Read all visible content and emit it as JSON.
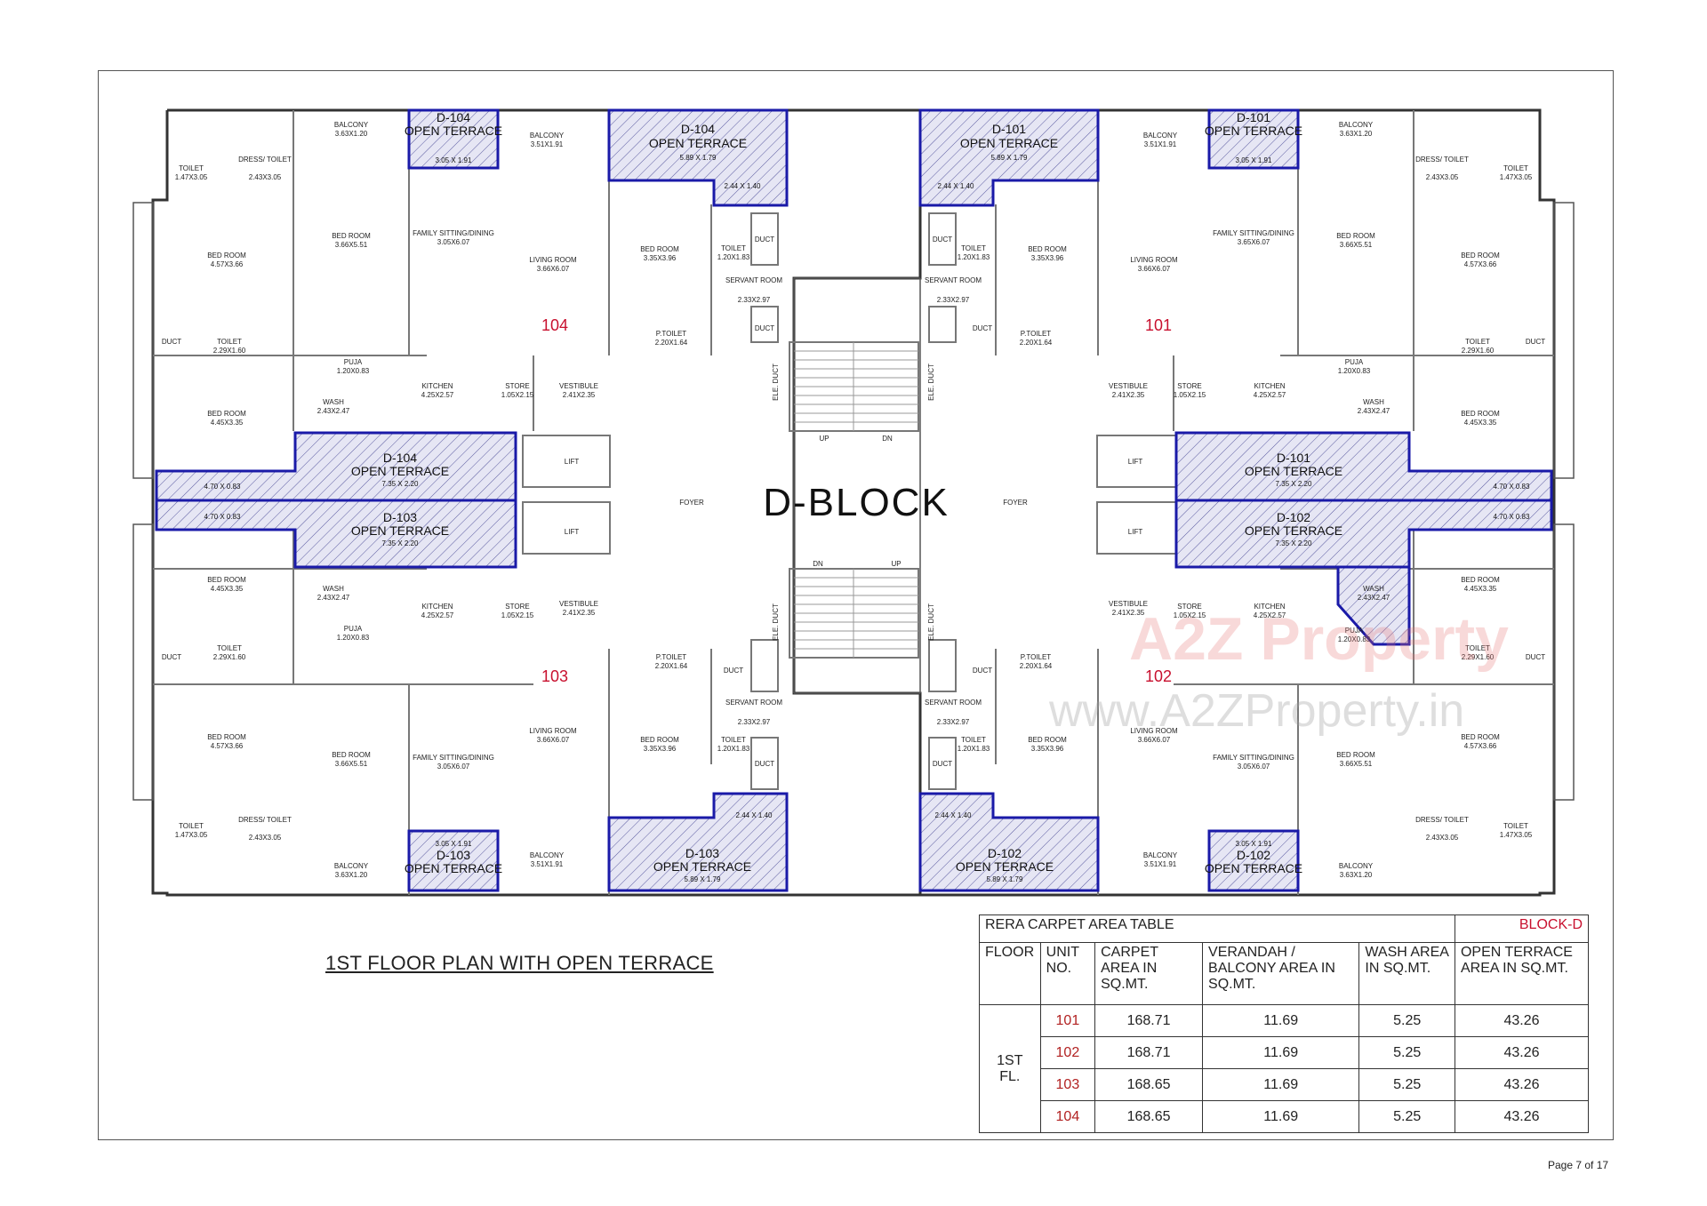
{
  "block_title": "D-BLOCK",
  "floor_title": "1ST FLOOR PLAN WITH OPEN TERRACE",
  "page_number": "Page 7 of 17",
  "watermark": {
    "brand": "A2Z Property",
    "url": "www.A2ZProperty.in"
  },
  "colors": {
    "terrace_outline": "#1a1aa8",
    "unit_number": "#c8102e",
    "wall": "#333333"
  },
  "units": {
    "u104": "104",
    "u101": "101",
    "u103": "103",
    "u102": "102"
  },
  "terraces": {
    "d104_top_small": {
      "name": "D-104",
      "label": "OPEN TERRACE",
      "dim": "3.05 X 1.91"
    },
    "d104_top_big": {
      "name": "D-104",
      "label": "OPEN TERRACE",
      "dim": "5.89 X 1.79",
      "dim2": "2.44 X 1.40"
    },
    "d101_top_big": {
      "name": "D-101",
      "label": "OPEN TERRACE",
      "dim": "5.89 X 1.79",
      "dim2": "2.44 X 1.40"
    },
    "d101_top_small": {
      "name": "D-101",
      "label": "OPEN TERRACE",
      "dim": "3.05 X 1.91"
    },
    "d104_mid": {
      "name": "D-104",
      "label": "OPEN TERRACE",
      "dim": "7.35 X 2.20",
      "dim2": "4.70 X 0.83"
    },
    "d103_mid": {
      "name": "D-103",
      "label": "OPEN TERRACE",
      "dim": "7.35 X 2.20",
      "dim2": "4.70 X 0.83"
    },
    "d101_mid": {
      "name": "D-101",
      "label": "OPEN TERRACE",
      "dim": "7.35 X 2.20",
      "dim2": "4.70 X 0.83"
    },
    "d102_mid": {
      "name": "D-102",
      "label": "OPEN TERRACE",
      "dim": "7.35 X 2.20",
      "dim2": "4.70 X 0.83"
    },
    "d103_bot_small": {
      "name": "D-103",
      "label": "OPEN TERRACE",
      "dim": "3.05 X 1.91"
    },
    "d103_bot_big": {
      "name": "D-103",
      "label": "OPEN TERRACE",
      "dim": "5.89 X 1.79",
      "dim2": "2.44 X 1.40"
    },
    "d102_bot_big": {
      "name": "D-102",
      "label": "OPEN TERRACE",
      "dim": "5.89 X 1.79",
      "dim2": "2.44 X 1.40"
    },
    "d102_bot_small": {
      "name": "D-102",
      "label": "OPEN TERRACE",
      "dim": "3.05 X 1.91"
    }
  },
  "rooms": {
    "balcony_a": "BALCONY",
    "balcony_a_dim": "3.63X1.20",
    "balcony_b": "BALCONY",
    "balcony_b_dim": "3.51X1.91",
    "toilet_a": "TOILET",
    "toilet_a_dim": "1.47X3.05",
    "dress_toilet": "DRESS/ TOILET",
    "dress_toilet_dim": "2.43X3.05",
    "bedroom_a": "BED ROOM",
    "bedroom_a_dim": "4.57X3.66",
    "bedroom_b": "BED ROOM",
    "bedroom_b_dim": "3.66X5.51",
    "family": "FAMILY SITTING/DINING",
    "family_dim": "3.05X6.07",
    "family_r": "FAMILY SITTING/DINING",
    "family_r_dim": "3.65X6.07",
    "living": "LIVING ROOM",
    "living_dim": "3.66X6.07",
    "bedroom_c": "BED ROOM",
    "bedroom_c_dim": "3.35X3.96",
    "toilet_b": "TOILET",
    "toilet_b_dim": "1.20X1.83",
    "duct": "DUCT",
    "servant": "SERVANT ROOM",
    "servant_dim": "2.33X2.97",
    "ptoilet": "P.TOILET",
    "ptoilet_dim": "2.20X1.64",
    "toilet_c": "TOILET",
    "toilet_c_dim": "2.29X1.60",
    "puja": "PUJA",
    "puja_dim": "1.20X0.83",
    "wash": "WASH",
    "wash_dim": "2.43X2.47",
    "kitchen": "KITCHEN",
    "kitchen_dim": "4.25X2.57",
    "store": "STORE",
    "store_dim": "1.05X2.15",
    "vestibule": "VESTIBULE",
    "vestibule_dim": "2.41X2.35",
    "bedroom_d": "BED ROOM",
    "bedroom_d_dim": "4.45X3.35",
    "lift": "LIFT",
    "foyer": "FOYER",
    "ele_duct": "ELE. DUCT",
    "up": "UP",
    "dn": "DN"
  },
  "rera_table": {
    "title": "RERA CARPET AREA TABLE",
    "block": "BLOCK-D",
    "headers": [
      "FLOOR",
      "UNIT NO.",
      "CARPET AREA IN SQ.MT.",
      "VERANDAH / BALCONY AREA IN SQ.MT.",
      "WASH AREA IN SQ.MT.",
      "OPEN TERRACE AREA IN SQ.MT."
    ],
    "floor": "1ST FL.",
    "rows": [
      {
        "unit": "101",
        "carpet": "168.71",
        "balcony": "11.69",
        "wash": "5.25",
        "terrace": "43.26"
      },
      {
        "unit": "102",
        "carpet": "168.71",
        "balcony": "11.69",
        "wash": "5.25",
        "terrace": "43.26"
      },
      {
        "unit": "103",
        "carpet": "168.65",
        "balcony": "11.69",
        "wash": "5.25",
        "terrace": "43.26"
      },
      {
        "unit": "104",
        "carpet": "168.65",
        "balcony": "11.69",
        "wash": "5.25",
        "terrace": "43.26"
      }
    ]
  }
}
